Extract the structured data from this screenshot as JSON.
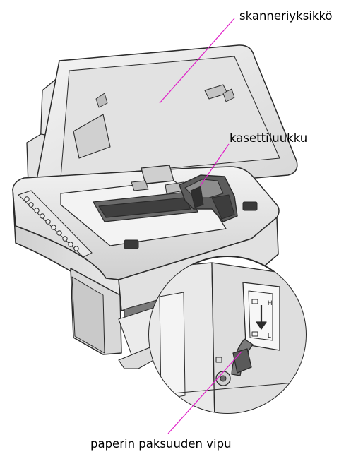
{
  "labels": {
    "scanner": "skanneriyksikkö",
    "cartridge_cover": "kasettiluukku",
    "paper_lever": "paperin paksuuden vipu"
  },
  "lever_scale": {
    "high_mark": "H",
    "low_mark": "L"
  },
  "colors": {
    "leader_line": "#e020c8",
    "outline": "#2a2a2a",
    "body_light": "#f1f1f1",
    "body_mid": "#dcdcdc",
    "body_dark": "#bdbdbd",
    "shadow": "#8a8a8a",
    "interior": "#4a4a4a"
  }
}
